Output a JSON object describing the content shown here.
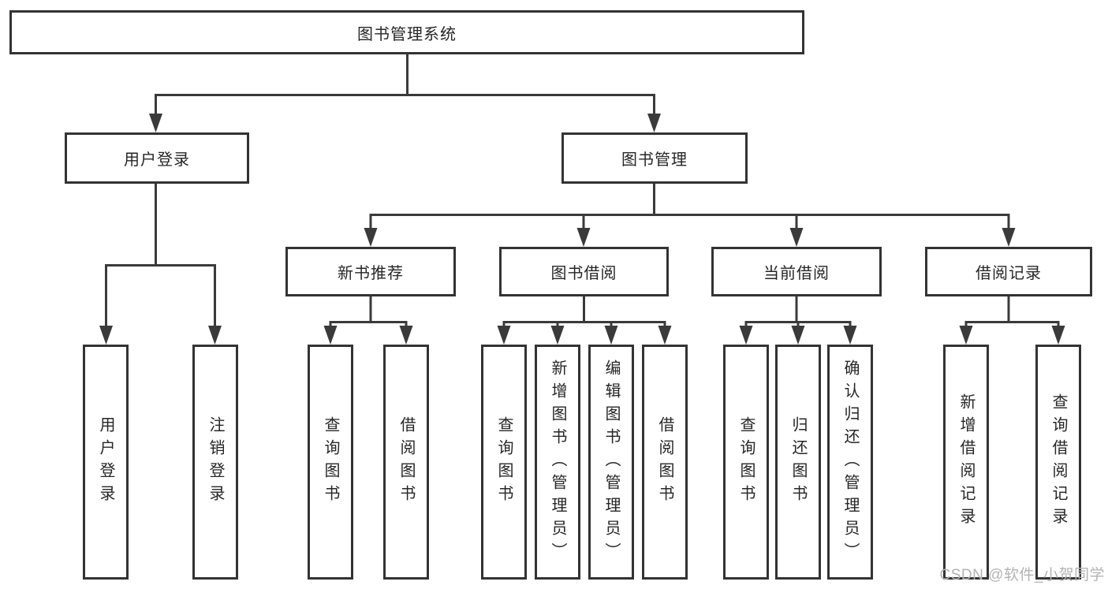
{
  "tree": {
    "label": "图书管理系统",
    "children": [
      {
        "label": "用户登录",
        "children": [
          {
            "label": "用户登录"
          },
          {
            "label": "注销登录"
          }
        ]
      },
      {
        "label": "图书管理",
        "children": [
          {
            "label": "新书推荐",
            "children": [
              {
                "label": "查询图书"
              },
              {
                "label": "借阅图书"
              }
            ]
          },
          {
            "label": "图书借阅",
            "children": [
              {
                "label": "查询图书"
              },
              {
                "label": "新增图书（管理员）"
              },
              {
                "label": "编辑图书（管理员）"
              },
              {
                "label": "借阅图书"
              }
            ]
          },
          {
            "label": "当前借阅",
            "children": [
              {
                "label": "查询图书"
              },
              {
                "label": "归还图书"
              },
              {
                "label": "确认归还（管理员）"
              }
            ]
          },
          {
            "label": "借阅记录",
            "children": [
              {
                "label": "新增借阅记录"
              },
              {
                "label": "查询借阅记录"
              }
            ]
          }
        ]
      }
    ]
  },
  "watermark": "CSDN @软件_小贺同学",
  "colors": {
    "line": "#3a3a3a",
    "border": "#333333",
    "text": "#262626",
    "background": "#ffffff",
    "watermark": "#b3b3b3"
  }
}
